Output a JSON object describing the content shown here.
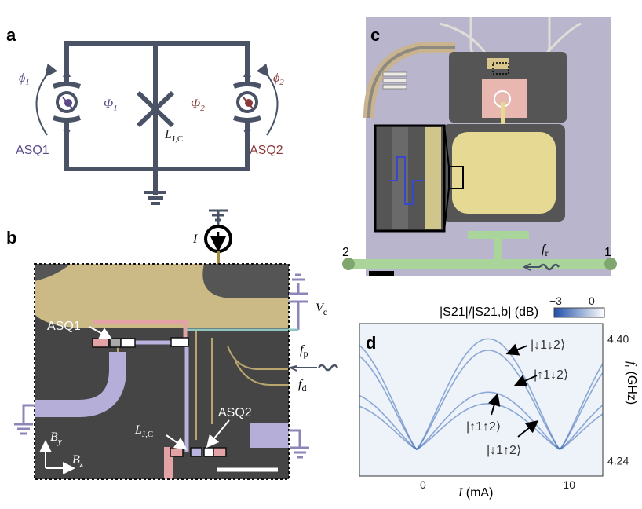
{
  "panels": {
    "a": {
      "letter": "a",
      "phi1": "ϕ",
      "phi1_sub": "1",
      "phi2": "ϕ",
      "phi2_sub": "2",
      "Phi1": "Φ",
      "Phi1_sub": "1",
      "Phi2": "Φ",
      "Phi2_sub": "2",
      "lj": "L",
      "lj_sub": "J,C",
      "asq1": "ASQ1",
      "asq2": "ASQ2"
    },
    "b": {
      "letter": "b",
      "current": "I",
      "vc": "V",
      "vc_sub": "c",
      "fp": "f",
      "fp_sub": "p",
      "fd": "f",
      "fd_sub": "d",
      "asq1": "ASQ1",
      "asq2": "ASQ2",
      "lj": "L",
      "lj_sub": "J,C",
      "by": "B",
      "by_sub": "y",
      "bz": "B",
      "bz_sub": "z"
    },
    "c": {
      "letter": "c",
      "port2": "2",
      "port1": "1",
      "fr": "f",
      "fr_sub": "r"
    },
    "d": {
      "letter": "d",
      "colorbar_label": "|S21|/|S21,b| (dB)",
      "colorbar_min": "−3",
      "colorbar_max": "0",
      "state_dd": "|↓1↓2⟩",
      "state_ud": "|↑1↓2⟩",
      "state_uu": "|↑1↑2⟩",
      "state_du": "|↓1↑2⟩"
    }
  },
  "colors": {
    "circuit": "#4a5366",
    "asq1": "#5b4a8a",
    "asq2": "#8a3a3a",
    "chip_bg": "#454545",
    "gold": "#d9c68c",
    "green": "#a9d59a"
  },
  "chart_data": {
    "type": "heatmap",
    "xlabel": "I (mA)",
    "ylabel": "fr (GHz)",
    "x_ticks": [
      0,
      10
    ],
    "y_ticks": [
      4.24,
      4.4
    ],
    "xlim": [
      -4.5,
      12.5
    ],
    "ylim": [
      4.22,
      4.42
    ],
    "colorbar": {
      "label": "|S21|/|S21,b| (dB)",
      "min": -3,
      "max": 0
    },
    "series": [
      {
        "name": "|↓1↓2⟩",
        "x": [
          -0.5,
          4.5,
          9.5
        ],
        "y": [
          4.255,
          4.4,
          4.255
        ]
      },
      {
        "name": "|↑1↓2⟩",
        "x": [
          -0.5,
          4.5,
          9.5
        ],
        "y": [
          4.255,
          4.385,
          4.255
        ]
      },
      {
        "name": "|↑1↑2⟩",
        "x": [
          -0.5,
          4.5,
          9.5
        ],
        "y": [
          4.255,
          4.33,
          4.255
        ]
      },
      {
        "name": "|↓1↑2⟩",
        "x": [
          -0.5,
          4.5,
          9.5
        ],
        "y": [
          4.255,
          4.315,
          4.255
        ]
      }
    ]
  }
}
